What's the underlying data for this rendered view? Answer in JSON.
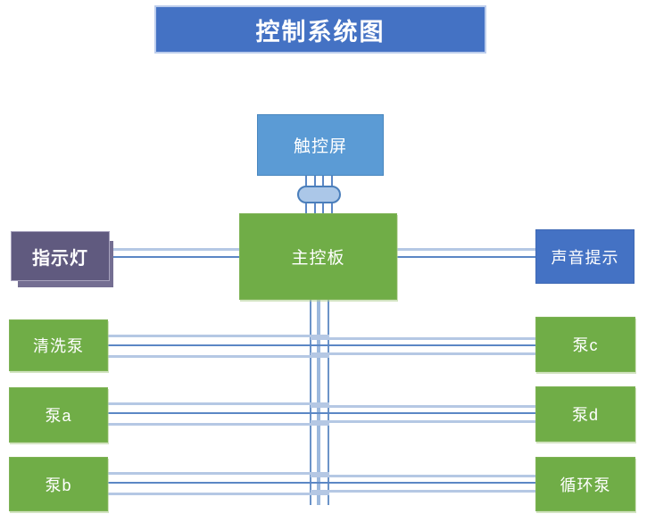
{
  "diagram": {
    "title": {
      "label": "控制系统图"
    },
    "nodes": {
      "touchscreen": {
        "label": "触控屏"
      },
      "mainboard": {
        "label": "主控板"
      },
      "indicator": {
        "label": "指示灯"
      },
      "sound": {
        "label": "声音提示"
      },
      "left_pumps": [
        {
          "label": "清洗泵"
        },
        {
          "label": "泵a"
        },
        {
          "label": "泵b"
        }
      ],
      "right_pumps": [
        {
          "label": "泵c"
        },
        {
          "label": "泵d"
        },
        {
          "label": "循环泵"
        }
      ]
    },
    "colors": {
      "title_blue": "#4472c4",
      "touchscreen_blue": "#5b9bd5",
      "node_green": "#70ad47",
      "indicator_purple": "#605a7f",
      "sound_blue": "#4472c4",
      "connector_light": "#b5c8e4",
      "connector_dark": "#5b87c5",
      "bus_connector_fill": "#abc7e8"
    }
  }
}
